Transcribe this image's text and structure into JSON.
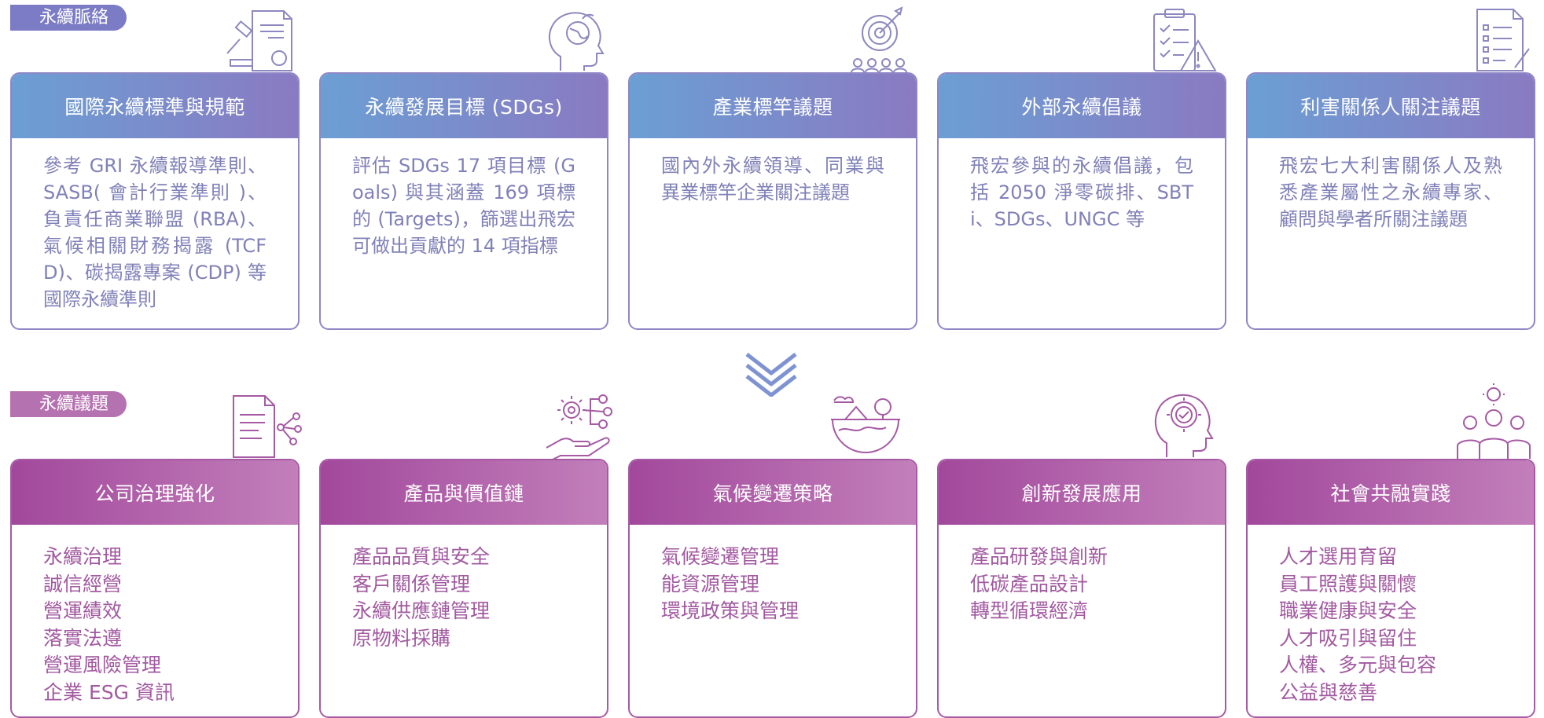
{
  "sections": {
    "context_label": "永續脈絡",
    "topics_label": "永續議題"
  },
  "context_cards": [
    {
      "title": "國際永續標準與規範",
      "icon": "gavel-document-icon",
      "text": "參考 GRI 永續報導準則、SASB( 會計行業準則 )、負責任商業聯盟 (RBA)、氣候相關財務揭露 (TCFD)、碳揭露專案 (CDP) 等國際永續準則"
    },
    {
      "title": "永續發展目標 (SDGs)",
      "icon": "head-globe-icon",
      "text": "評估 SDGs 17 項目標 (Goals) 與其涵蓋 169 項標的 (Targets)，篩選出飛宏可做出貢獻的 14 項指標"
    },
    {
      "title": "產業標竿議題",
      "icon": "target-people-icon",
      "text": "國內外永續領導、同業與異業標竿企業關注議題"
    },
    {
      "title": "外部永續倡議",
      "icon": "clipboard-warning-icon",
      "text": "飛宏參與的永續倡議，包括 2050 淨零碳排、SBTi、SDGs、UNGC 等"
    },
    {
      "title": "利害關係人關注議題",
      "icon": "checklist-document-icon",
      "text": "飛宏七大利害關係人及熟悉產業屬性之永續專家、顧問與學者所關注議題"
    }
  ],
  "topic_cards": [
    {
      "title": "公司治理強化",
      "icon": "document-network-icon",
      "items": [
        "永續治理",
        "誠信經營",
        "營運績效",
        "落實法遵",
        "營運風險管理",
        "企業 ESG 資訊"
      ]
    },
    {
      "title": "產品與價值鏈",
      "icon": "hand-gears-icon",
      "items": [
        "產品品質與安全",
        "客戶關係管理",
        "永續供應鏈管理",
        "原物料採購"
      ]
    },
    {
      "title": "氣候變遷策略",
      "icon": "nature-globe-icon",
      "items": [
        "氣候變遷管理",
        "能資源管理",
        "環境政策與管理"
      ]
    },
    {
      "title": "創新發展應用",
      "icon": "head-gear-icon",
      "items": [
        "產品研發與創新",
        "低碳產品設計",
        "轉型循環經濟"
      ]
    },
    {
      "title": "社會共融實踐",
      "icon": "people-gear-icon",
      "items": [
        "人才選用育留",
        "員工照護與關懷",
        "職業健康與安全",
        "人才吸引與留住",
        "人權、多元與包容",
        "公益與慈善"
      ]
    }
  ],
  "colors": {
    "context_accent": "#8a7ac2",
    "topic_accent": "#a2489c",
    "arrow": "#7f93d3"
  },
  "arrow_icon": "double-chevron-down-icon"
}
